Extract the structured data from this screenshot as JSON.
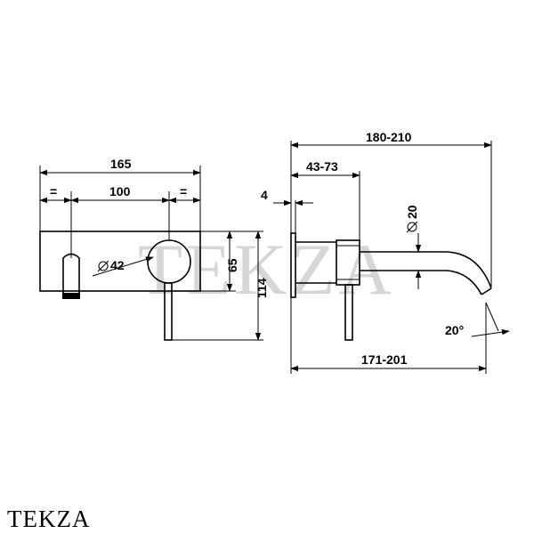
{
  "watermark": "TEKZA",
  "brand": "TEKZA",
  "front_view": {
    "overall_width": "165",
    "centers": "100",
    "equal_left": "=",
    "equal_right": "=",
    "handle_diameter": "42",
    "plate_height": "65",
    "total_height": "114"
  },
  "side_view": {
    "plate_thickness": "4",
    "projection_range": "43-73",
    "total_length": "180-210",
    "spout_length": "171-201",
    "spout_diameter": "20",
    "angle": "20°"
  }
}
